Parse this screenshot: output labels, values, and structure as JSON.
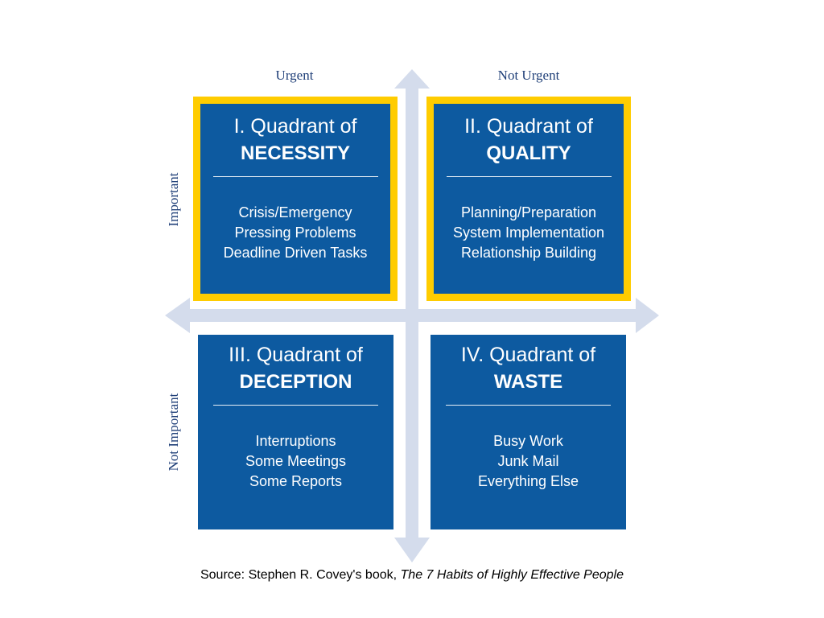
{
  "axes": {
    "col_left": "Urgent",
    "col_right": "Not Urgent",
    "row_top": "Important",
    "row_bottom": "Not Important"
  },
  "quadrants": [
    {
      "title": "I. Quadrant of",
      "name": "NECESSITY",
      "items": [
        "Crisis/Emergency",
        "Pressing Problems",
        "Deadline Driven Tasks"
      ],
      "highlighted": true
    },
    {
      "title": "II. Quadrant of",
      "name": "QUALITY",
      "items": [
        "Planning/Preparation",
        "System Implementation",
        "Relationship Building"
      ],
      "highlighted": true
    },
    {
      "title": "III. Quadrant of",
      "name": "DECEPTION",
      "items": [
        "Interruptions",
        "Some Meetings",
        "Some Reports"
      ],
      "highlighted": false
    },
    {
      "title": "IV. Quadrant of",
      "name": "WASTE",
      "items": [
        "Busy Work",
        "Junk Mail",
        "Everything Else"
      ],
      "highlighted": false
    }
  ],
  "source": {
    "prefix": "Source: Stephen R. Covey's book, ",
    "book_title": "The 7 Habits of Highly Effective People"
  },
  "colors": {
    "quadrant_fill": "#0d5aa0",
    "highlight_border": "#ffcc00",
    "arrow": "#d4dcec",
    "label_text": "#1f3f78"
  }
}
